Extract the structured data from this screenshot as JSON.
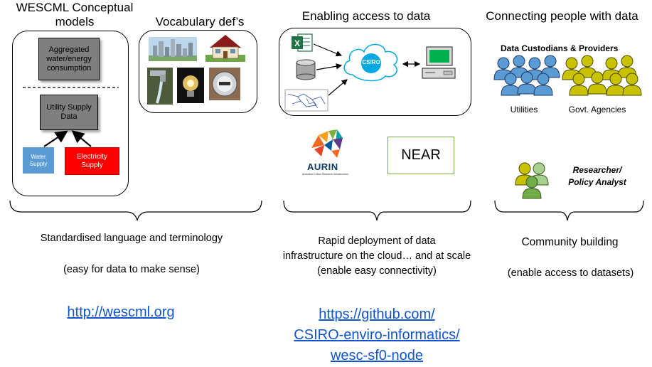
{
  "sections": {
    "wescml": {
      "title": "WESCML Conceptual models",
      "aggregated_label": "Aggregated water/energy consumption",
      "utility_label": "Utility Supply Data",
      "water_label": "Water Supply",
      "electricity_label": "Electricity Supply",
      "caption": "Standardised language and terminology",
      "caption_sub": "(easy for data to make sense)",
      "link": "http://wescml.org"
    },
    "vocabulary": {
      "title": "Vocabulary def’s"
    },
    "access": {
      "title": "Enabling access to data",
      "cloud_label": "CSIRO",
      "aurin_label": "AURIN",
      "aurin_sub": "Australian Urban Research Infrastructure",
      "near_label": "NEAR",
      "caption_line1": "Rapid deployment of data",
      "caption_line2": "infrastructure on the cloud… and at scale",
      "caption_line3": "(enable easy connectivity)",
      "link_line1": "https://github.com/",
      "link_line2": "CSIRO-enviro-informatics/",
      "link_line3": "wesc-sf0-node"
    },
    "people": {
      "title": "Connecting people with data",
      "custodians_label": "Data Custodians & Providers",
      "utilities_label": "Utilities",
      "agencies_label": "Govt. Agencies",
      "researcher_line1": "Researcher/",
      "researcher_line2": "Policy Analyst",
      "caption": "Community building",
      "caption_sub": "(enable access to datasets)"
    }
  },
  "colors": {
    "grey_box": "#7f7f7f",
    "water": "#5b9bd5",
    "electricity": "#ff0000",
    "link": "#1155cc",
    "near_border": "#70ad47",
    "person_blue": "#5b9bd5",
    "person_yellow": "#c9c200",
    "person_green": "#70ad47"
  }
}
